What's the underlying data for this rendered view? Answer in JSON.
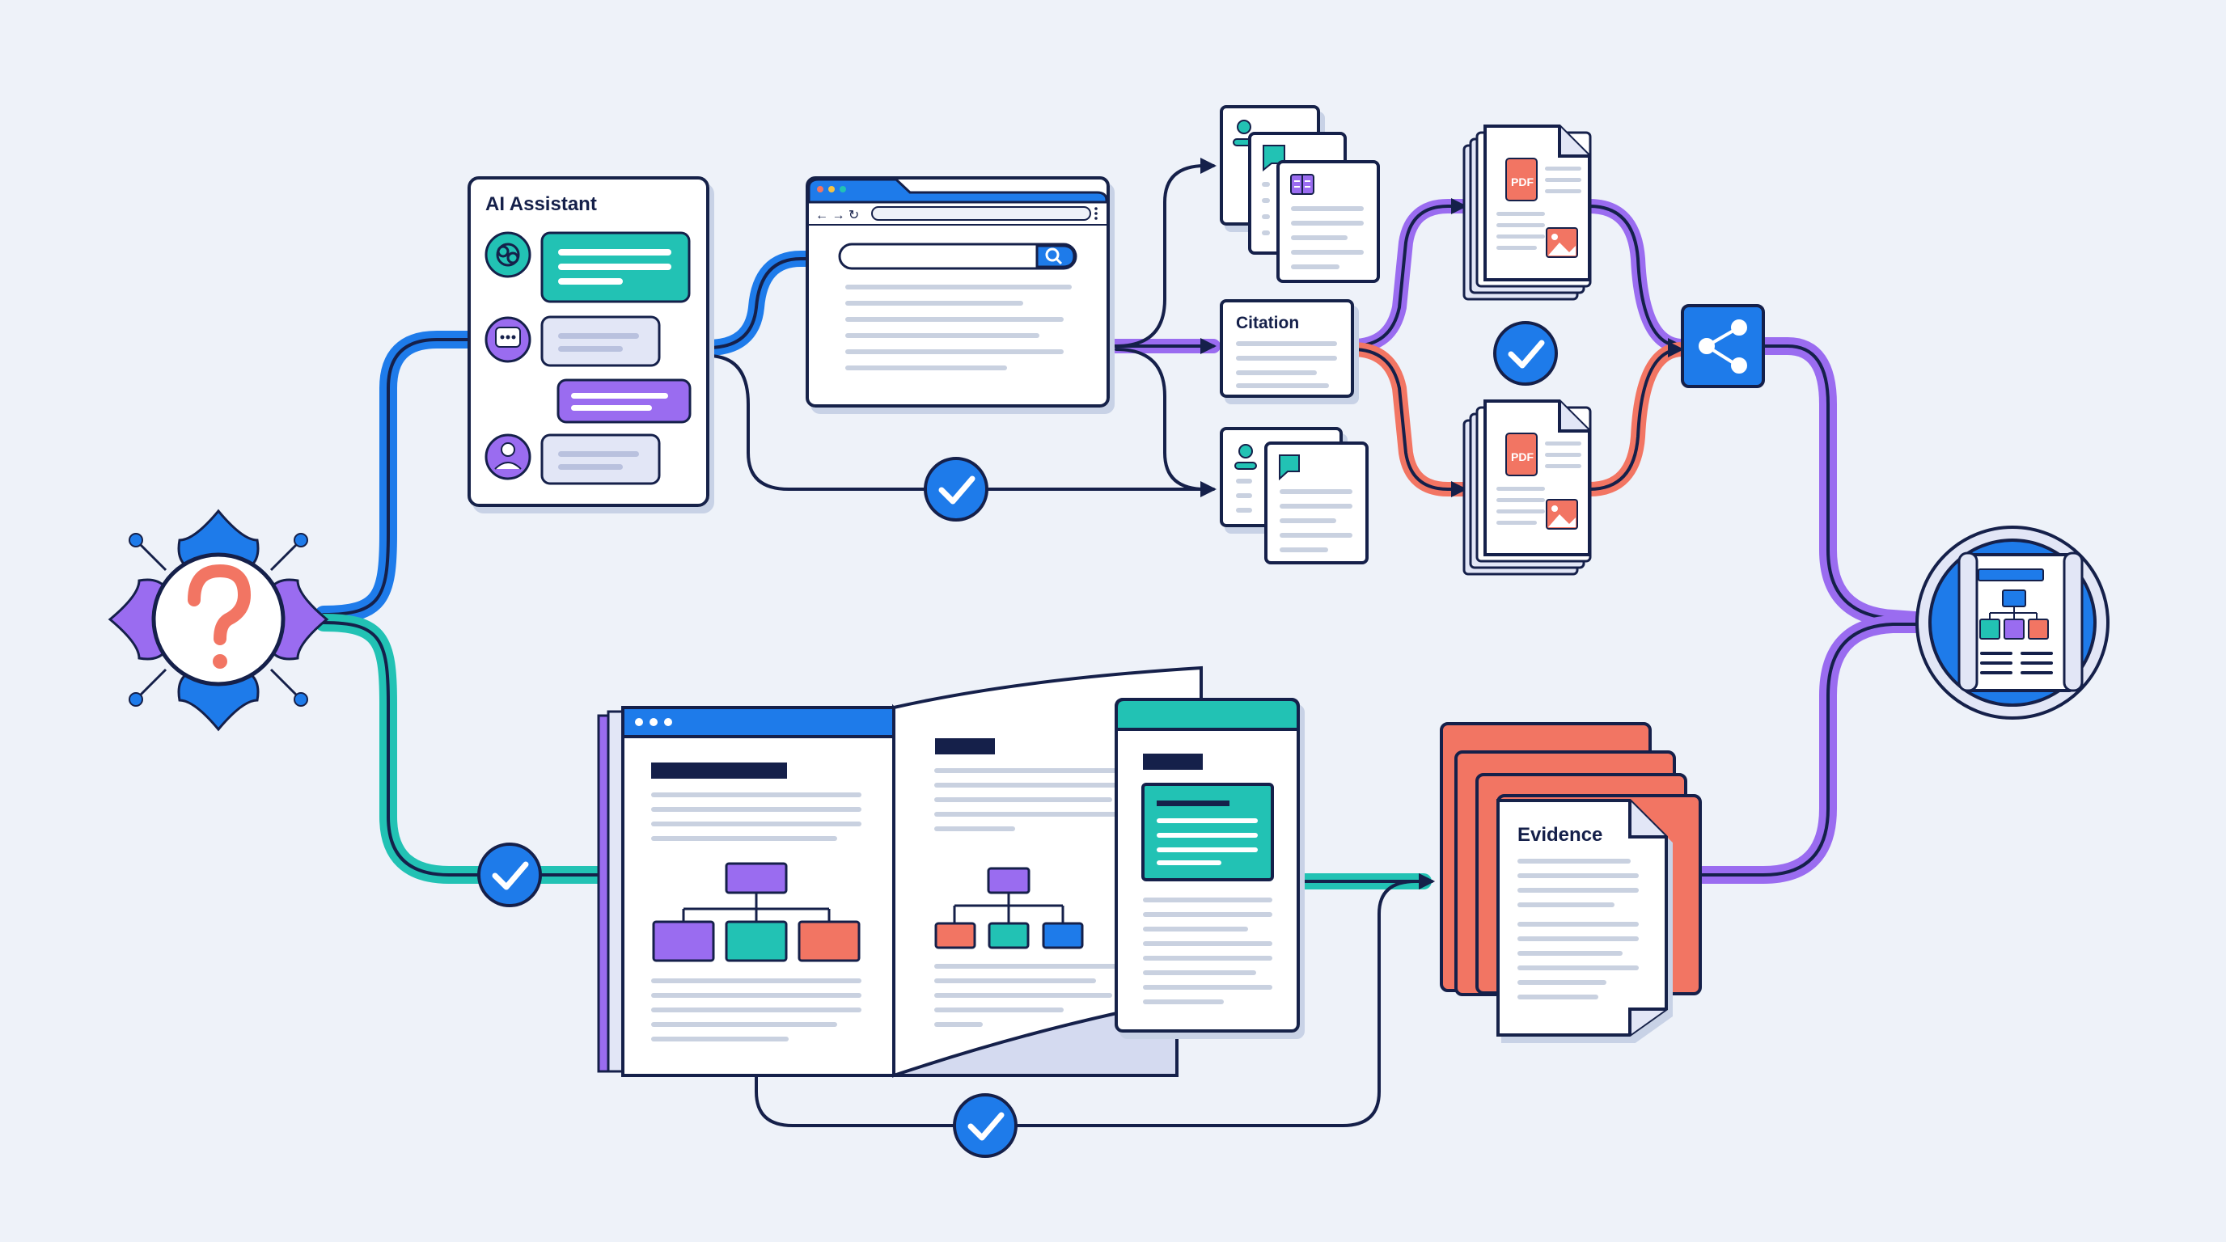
{
  "ai_assistant": {
    "title": "AI Assistant"
  },
  "citation": {
    "title": "Citation"
  },
  "evidence": {
    "title": "Evidence"
  },
  "pdf_stack_top": {
    "badge": "PDF"
  },
  "pdf_stack_bottom": {
    "badge": "PDF"
  },
  "colors": {
    "background": "#eef2f9",
    "outline": "#15204a",
    "blue": "#1e7bea",
    "teal": "#22c2b4",
    "purple": "#9a6cf0",
    "coral": "#f27563",
    "paper": "#ffffff",
    "line_gray": "#c9d1e0"
  },
  "icons": {
    "question": "question-mark-icon",
    "share": "share-nodes-icon",
    "check": "check-icon",
    "output": "hierarchy-report-icon"
  }
}
